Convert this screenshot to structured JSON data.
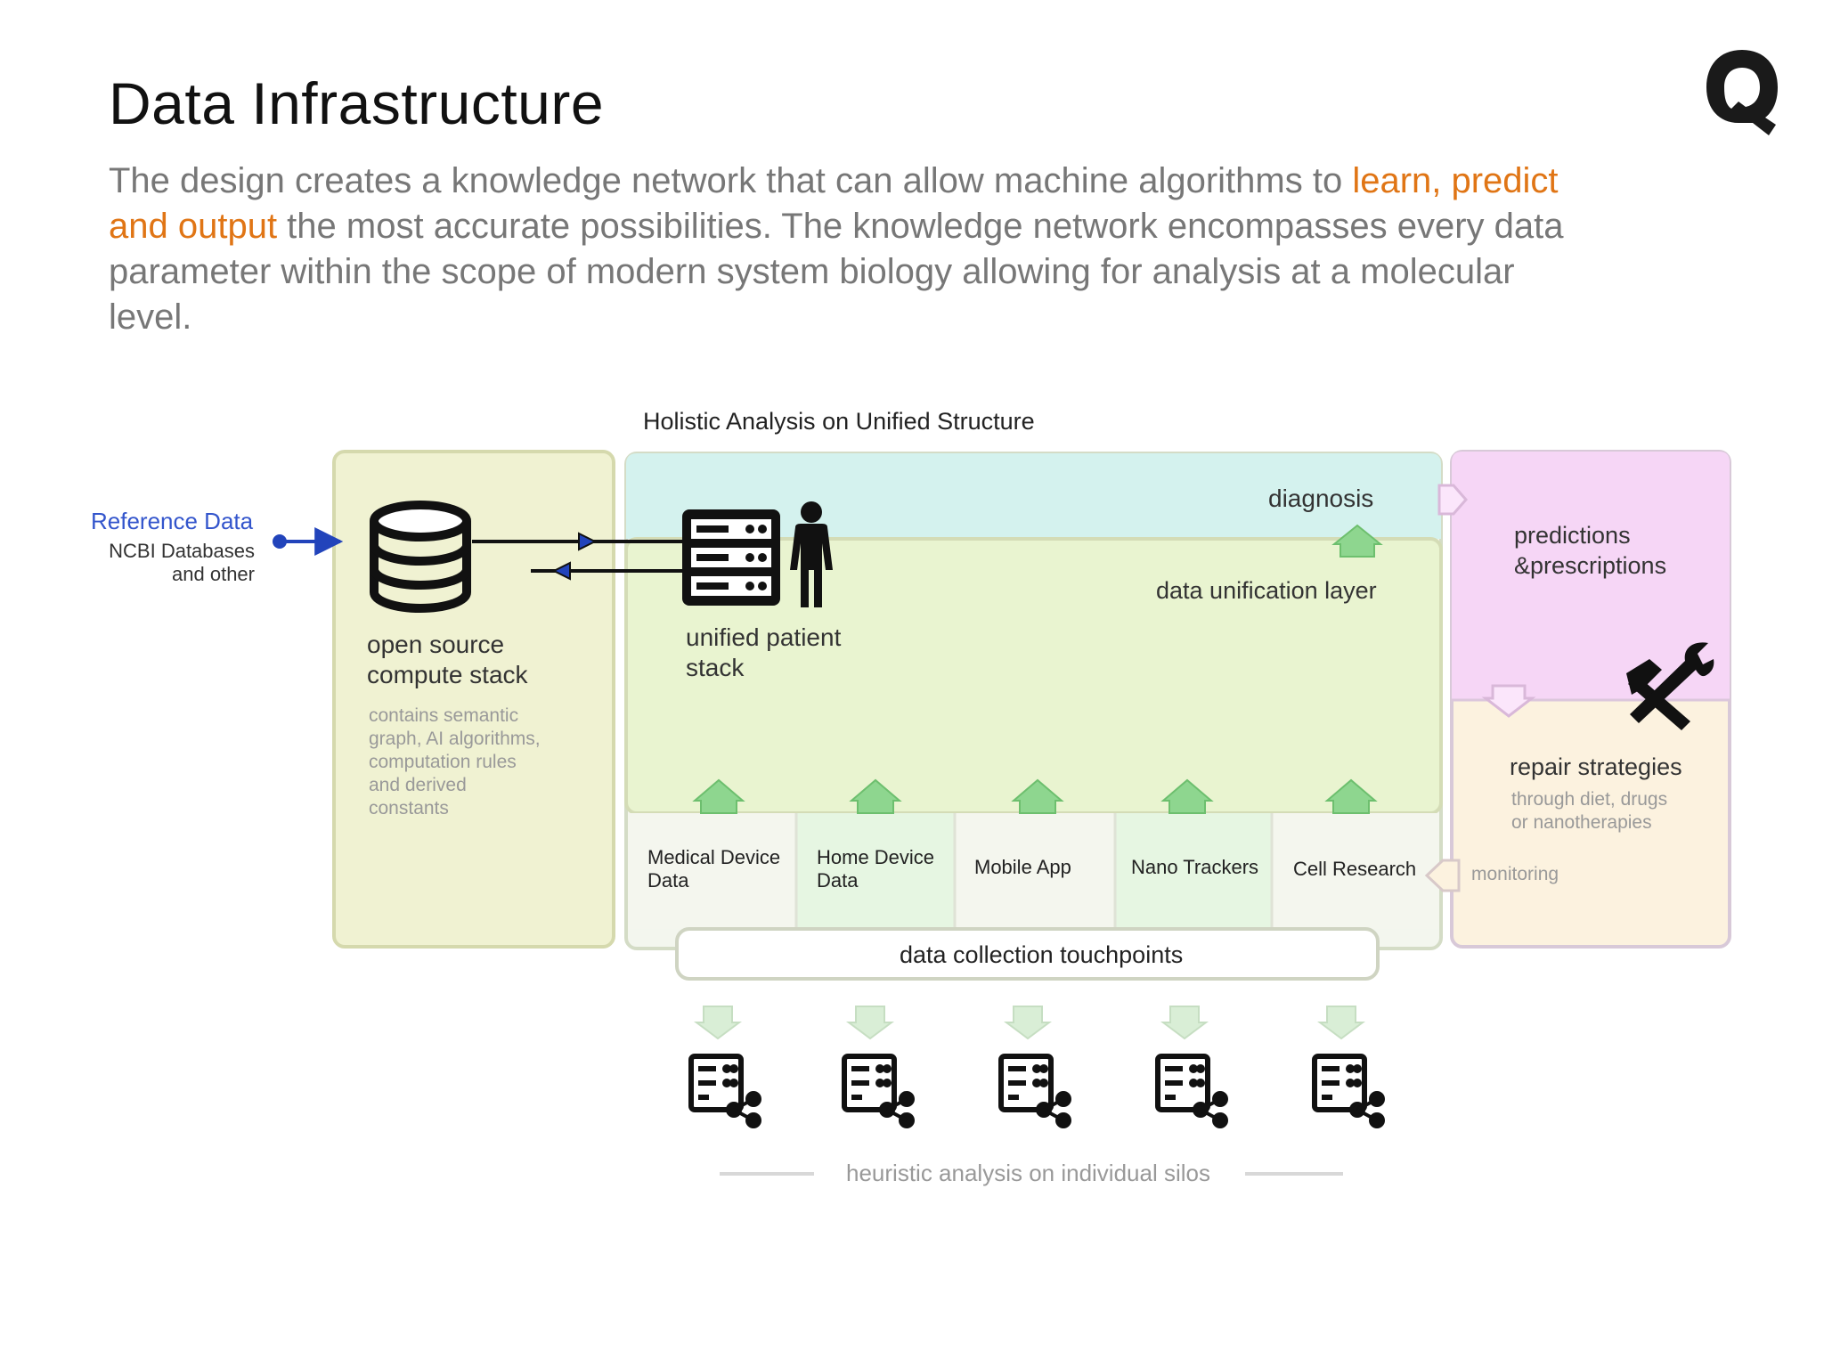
{
  "slide": {
    "title": "Data Infrastructure",
    "intro_part1": "The design creates a knowledge network that can allow machine algorithms to ",
    "intro_highlight": "learn, predict and output",
    "intro_part2": " the most accurate possibilities. The knowledge network encompasses every data parameter within the scope of modern system biology allowing for analysis at a molecular level.",
    "highlight_color": "#e07515"
  },
  "diagram": {
    "top_label": "Holistic Analysis on Unified Structure",
    "reference": {
      "title": "Reference Data",
      "sub1": "NCBI Databases",
      "sub2": "and other"
    },
    "compute": {
      "title1": "open source",
      "title2": "compute stack",
      "desc1": "contains semantic",
      "desc2": "graph, AI algorithms,",
      "desc3": "computation rules",
      "desc4": "and derived",
      "desc5": "constants"
    },
    "diagnosis": "diagnosis",
    "unification": "data unification layer",
    "patient1": "unified patient",
    "patient2": "stack",
    "sources": [
      {
        "line1": "Medical Device",
        "line2": "Data"
      },
      {
        "line1": "Home Device",
        "line2": "Data"
      },
      {
        "line1": "Mobile App",
        "line2": ""
      },
      {
        "line1": "Nano Trackers",
        "line2": ""
      },
      {
        "line1": "Cell Research",
        "line2": ""
      }
    ],
    "touchpoints": "data collection touchpoints",
    "predictions1": "predictions",
    "predictions2": "&prescriptions",
    "repair": "repair strategies",
    "repair_desc1": "through diet, drugs",
    "repair_desc2": "or nanotherapies",
    "monitoring": "monitoring",
    "silos": "heuristic analysis on individual silos",
    "colors": {
      "compute_fill": "#f0f2d2",
      "diagnosis_fill": "#d4f2ee",
      "unification_fill": "#e9f4d0",
      "predictions_fill": "#f6d6f6",
      "repair_fill": "#fcf2df",
      "arrow_green": "#8ed68f",
      "reference_blue": "#3355cc"
    }
  }
}
